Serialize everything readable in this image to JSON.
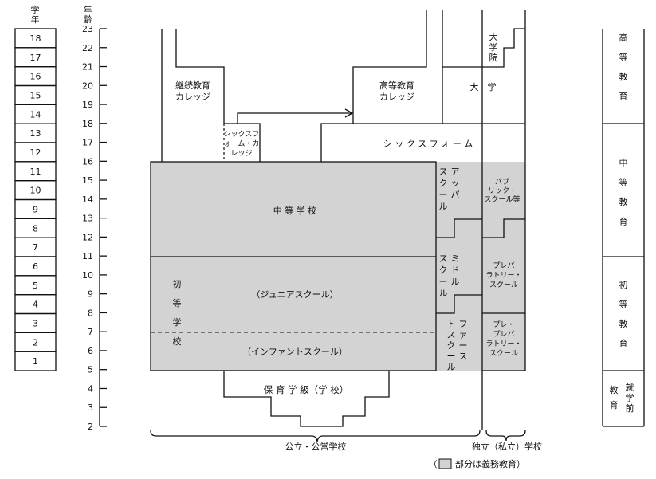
{
  "headers": {
    "grade": "学年",
    "age": "年齢"
  },
  "grades": [
    "18",
    "17",
    "16",
    "15",
    "14",
    "13",
    "12",
    "11",
    "10",
    "9",
    "8",
    "7",
    "6",
    "5",
    "4",
    "3",
    "2",
    "1"
  ],
  "ages": [
    "23",
    "22",
    "21",
    "20",
    "19",
    "18",
    "17",
    "16",
    "15",
    "14",
    "13",
    "12",
    "11",
    "10",
    "9",
    "8",
    "7",
    "6",
    "5",
    "4",
    "3",
    "2"
  ],
  "colors": {
    "compulsory": "#d3d3d3",
    "line": "#111111"
  },
  "institutions": {
    "continuing_ed": [
      "継続教育",
      "カレッジ"
    ],
    "higher_ed": [
      "高等教育",
      "カレッジ"
    ],
    "university": "大　学",
    "graduate": [
      "大",
      "学",
      "院"
    ],
    "sixth_form_college": [
      "シックスフ",
      "ォーム・カ",
      "レッジ"
    ],
    "sixth_form": "シ ッ ク ス フ ォ ー ム",
    "secondary": "中 等 学 校",
    "primary": [
      "初",
      "等",
      "学",
      "校"
    ],
    "junior": "（ジュニアスクール）",
    "infant": "（インファントスクール）",
    "nursery": "保 育 学 級（学 校）",
    "upper": [
      "ア",
      "ッ",
      "パ",
      "ー",
      "ス",
      "ク",
      "ー",
      "ル"
    ],
    "middle": [
      "ミ",
      "ド",
      "ル",
      "ス",
      "ク",
      "ー",
      "ル"
    ],
    "first": [
      "フ",
      "ァ",
      "ー",
      "ス",
      "ト",
      "ス",
      "ク",
      "ー",
      "ル"
    ],
    "public_school": [
      "パブ",
      "リック・",
      "スクール等"
    ],
    "prep": [
      "プレパ",
      "ラトリー・",
      "スクール"
    ],
    "pre_prep": [
      "プレ・",
      "プレパ",
      "ラトリー・",
      "スクール"
    ]
  },
  "stages": {
    "higher": [
      "高",
      "等",
      "教",
      "育"
    ],
    "secondary": [
      "中",
      "等",
      "教",
      "育"
    ],
    "primary": [
      "初",
      "等",
      "教",
      "育"
    ],
    "preschool": [
      "教",
      "育",
      "就",
      "学",
      "前"
    ]
  },
  "footer": {
    "public": "公立・公営学校",
    "independent": "独立（私立）学校",
    "legend_open": "（",
    "legend_text": "部分は義務教育）"
  }
}
